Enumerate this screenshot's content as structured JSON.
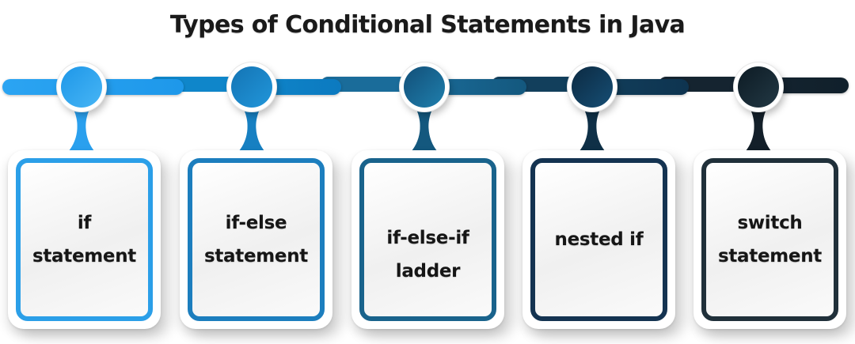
{
  "title": "Types of Conditional Statements in Java",
  "timeline": {
    "items": [
      {
        "id": "if-statement",
        "lines": [
          "if",
          "statement"
        ],
        "colors": {
          "bar": "#2BA4F2",
          "bar_dark": "#1E98EA",
          "circle_start": "#1E97E8",
          "circle_end": "#47B5F5",
          "stem": "#2AA0EE",
          "border": "#2B9FE8"
        }
      },
      {
        "id": "if-else-statement",
        "lines": [
          "if-else",
          "statement"
        ],
        "colors": {
          "bar": "#0F86CA",
          "bar_dark": "#0C7AC0",
          "circle_start": "#1474B4",
          "circle_end": "#2196DA",
          "stem": "#1780C2",
          "border": "#1C7EBE"
        }
      },
      {
        "id": "if-else-if-ladder",
        "lines": [
          "if-else-if",
          "ladder"
        ],
        "colors": {
          "bar": "#1A6C9A",
          "bar_dark": "#14587E",
          "circle_start": "#124F78",
          "circle_end": "#1F7FAD",
          "stem": "#14587E",
          "border": "#19638C"
        }
      },
      {
        "id": "nested-if",
        "lines": [
          "nested if"
        ],
        "colors": {
          "bar": "#123F5C",
          "bar_dark": "#0E3450",
          "circle_start": "#0C2A42",
          "circle_end": "#164E74",
          "stem": "#0F3047",
          "border": "#143351"
        }
      },
      {
        "id": "switch-statement",
        "lines": [
          "switch",
          "statement"
        ],
        "colors": {
          "bar": "#152430",
          "bar_dark": "#10202B",
          "circle_start": "#0D1B24",
          "circle_end": "#223844",
          "stem": "#131F29",
          "border": "#20303A"
        }
      }
    ]
  }
}
